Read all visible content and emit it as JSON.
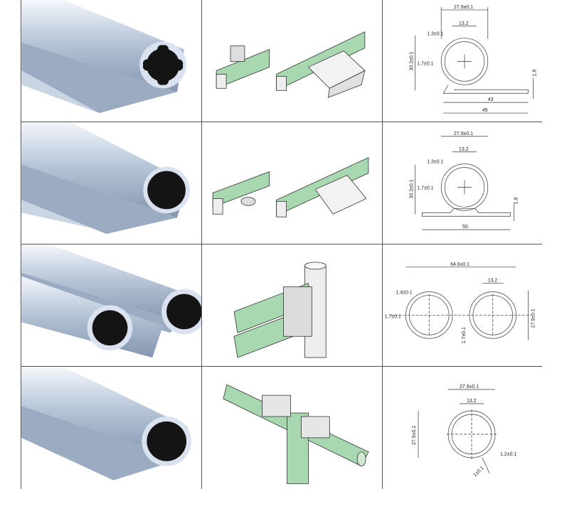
{
  "colors": {
    "aluminum_light": "#e8eef6",
    "aluminum_mid": "#a9b9cc",
    "aluminum_dark": "#7f8fa6",
    "bore": "#141414",
    "green_panel": "#a8d8b0",
    "green_dark": "#5aa56a",
    "line": "#333333"
  },
  "rows": [
    {
      "profile": {
        "outer": "27.9±0.1",
        "slot": "13.2",
        "wall": "1.3±0.1",
        "lip": "1.7±0.1",
        "height": "30.3±0.1",
        "flange_t": "1.8",
        "width_a": "43",
        "width_b": "49"
      }
    },
    {
      "profile": {
        "outer": "27.9±0.1",
        "slot": "13.2",
        "wall": "1.3±0.1",
        "lip": "1.7±0.1",
        "height": "30.3±0.1",
        "flange_t": "1.8",
        "width_a": "50"
      }
    },
    {
      "profile": {
        "overall": "64.6±0.1",
        "slot": "13.2",
        "wall": "1.4±0.1",
        "lip": "1.7±0.1",
        "gap": "1.7±0.1",
        "height": "27.9±0.1"
      }
    },
    {
      "profile": {
        "outer": "27.9±0.1",
        "slot": "13.2",
        "height": "27.9±0.1",
        "lip": "1.2±0.1",
        "wall": "1±0.1"
      }
    }
  ]
}
